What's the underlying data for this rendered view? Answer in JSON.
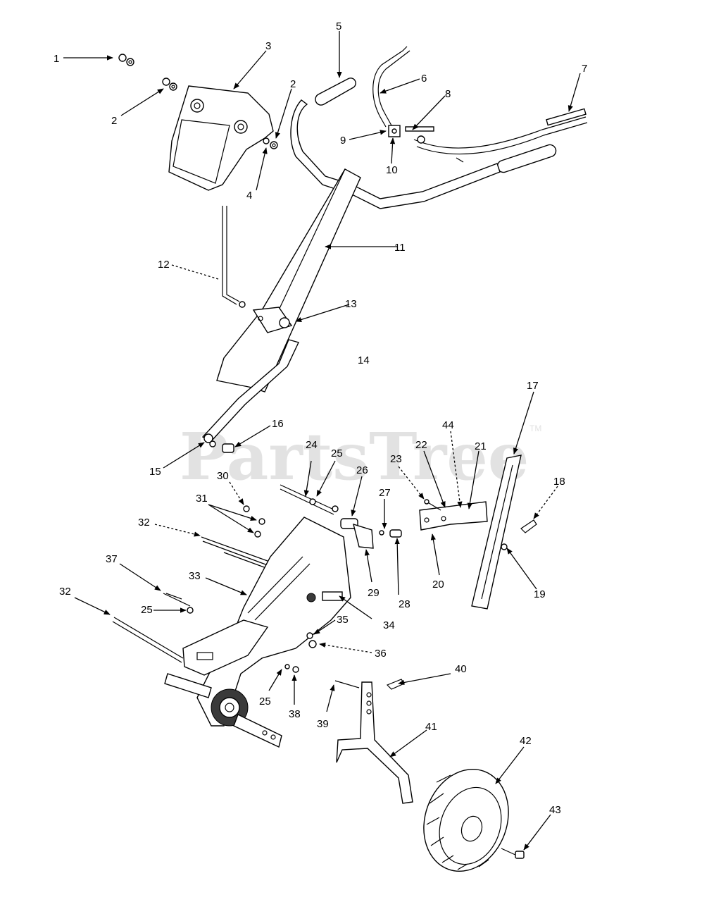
{
  "watermark": {
    "text": "PartsTree",
    "mark": "TM"
  },
  "callouts": [
    {
      "id": "1",
      "text": "1"
    },
    {
      "id": "2a",
      "text": "2"
    },
    {
      "id": "2b",
      "text": "2"
    },
    {
      "id": "3",
      "text": "3"
    },
    {
      "id": "4",
      "text": "4"
    },
    {
      "id": "5",
      "text": "5"
    },
    {
      "id": "6",
      "text": "6"
    },
    {
      "id": "7",
      "text": "7"
    },
    {
      "id": "8",
      "text": "8"
    },
    {
      "id": "9",
      "text": "9"
    },
    {
      "id": "10",
      "text": "10"
    },
    {
      "id": "11",
      "text": "11"
    },
    {
      "id": "12",
      "text": "12"
    },
    {
      "id": "13",
      "text": "13"
    },
    {
      "id": "14",
      "text": "14"
    },
    {
      "id": "15",
      "text": "15"
    },
    {
      "id": "16",
      "text": "16"
    },
    {
      "id": "17",
      "text": "17"
    },
    {
      "id": "18",
      "text": "18"
    },
    {
      "id": "19",
      "text": "19"
    },
    {
      "id": "20",
      "text": "20"
    },
    {
      "id": "21",
      "text": "21"
    },
    {
      "id": "22",
      "text": "22"
    },
    {
      "id": "23",
      "text": "23"
    },
    {
      "id": "24",
      "text": "24"
    },
    {
      "id": "25a",
      "text": "25"
    },
    {
      "id": "25b",
      "text": "25"
    },
    {
      "id": "25c",
      "text": "25"
    },
    {
      "id": "26",
      "text": "26"
    },
    {
      "id": "27",
      "text": "27"
    },
    {
      "id": "28",
      "text": "28"
    },
    {
      "id": "29",
      "text": "29"
    },
    {
      "id": "30",
      "text": "30"
    },
    {
      "id": "31",
      "text": "31"
    },
    {
      "id": "32a",
      "text": "32"
    },
    {
      "id": "32b",
      "text": "32"
    },
    {
      "id": "33",
      "text": "33"
    },
    {
      "id": "34",
      "text": "34"
    },
    {
      "id": "35",
      "text": "35"
    },
    {
      "id": "36",
      "text": "36"
    },
    {
      "id": "37",
      "text": "37"
    },
    {
      "id": "38",
      "text": "38"
    },
    {
      "id": "39",
      "text": "39"
    },
    {
      "id": "40",
      "text": "40"
    },
    {
      "id": "41",
      "text": "41"
    },
    {
      "id": "42",
      "text": "42"
    },
    {
      "id": "43",
      "text": "43"
    },
    {
      "id": "44",
      "text": "44"
    }
  ]
}
